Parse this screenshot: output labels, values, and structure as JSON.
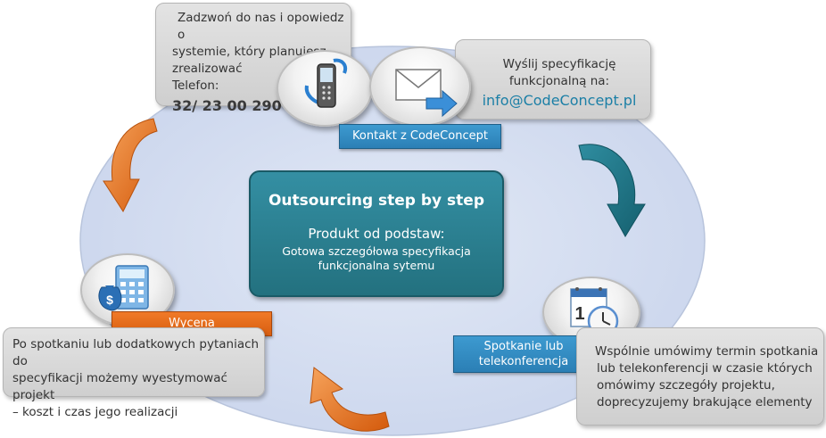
{
  "center": {
    "title": "Outsourcing step by step",
    "subtitle": "Produkt od podstaw:",
    "desc_line1": "Gotowa szczegółowa specyfikacja",
    "desc_line2": "funkcjonalna sytemu"
  },
  "phone_box": {
    "line1": "Zadzwoń do nas i opowiedz o",
    "line2": "systemie, który planujesz",
    "line3": "zrealizować",
    "line4": "Telefon:",
    "phone": "32/ 23 00 290"
  },
  "email_box": {
    "line1": "Wyślij specyfikację",
    "line2": "funkcjonalną na:",
    "email": "info@CodeConcept.pl"
  },
  "contact_label": "Kontakt z CodeConcept",
  "meeting_label": {
    "line1": "Spotkanie lub",
    "line2": "telekonferencja"
  },
  "meeting_box": {
    "line1": "Wspólnie umówimy termin spotkania",
    "line2": "lub telekonferencji w czasie których",
    "line3": "omówimy szczegóły projektu,",
    "line4": "doprecyzujemy brakujące elementy"
  },
  "quote_label": "Wycena",
  "quote_box": {
    "line1": "Po spotkaniu lub dodatkowych  pytaniach do",
    "line2": "specyfikacji możemy wyestymować projekt",
    "line3": "– koszt i czas jego realizacji"
  },
  "calendar_day": "1",
  "colors": {
    "ellipse": "#d3ddf0",
    "center_box": "#2a7f92",
    "blue_label": "#2b7fb5",
    "orange_label": "#e06a18",
    "orange_arrow": "#e46c12",
    "teal_arrow": "#1e7a8e"
  },
  "icons": [
    "phone-icon",
    "envelope-icon",
    "calculator-money-icon",
    "calendar-clock-icon"
  ]
}
